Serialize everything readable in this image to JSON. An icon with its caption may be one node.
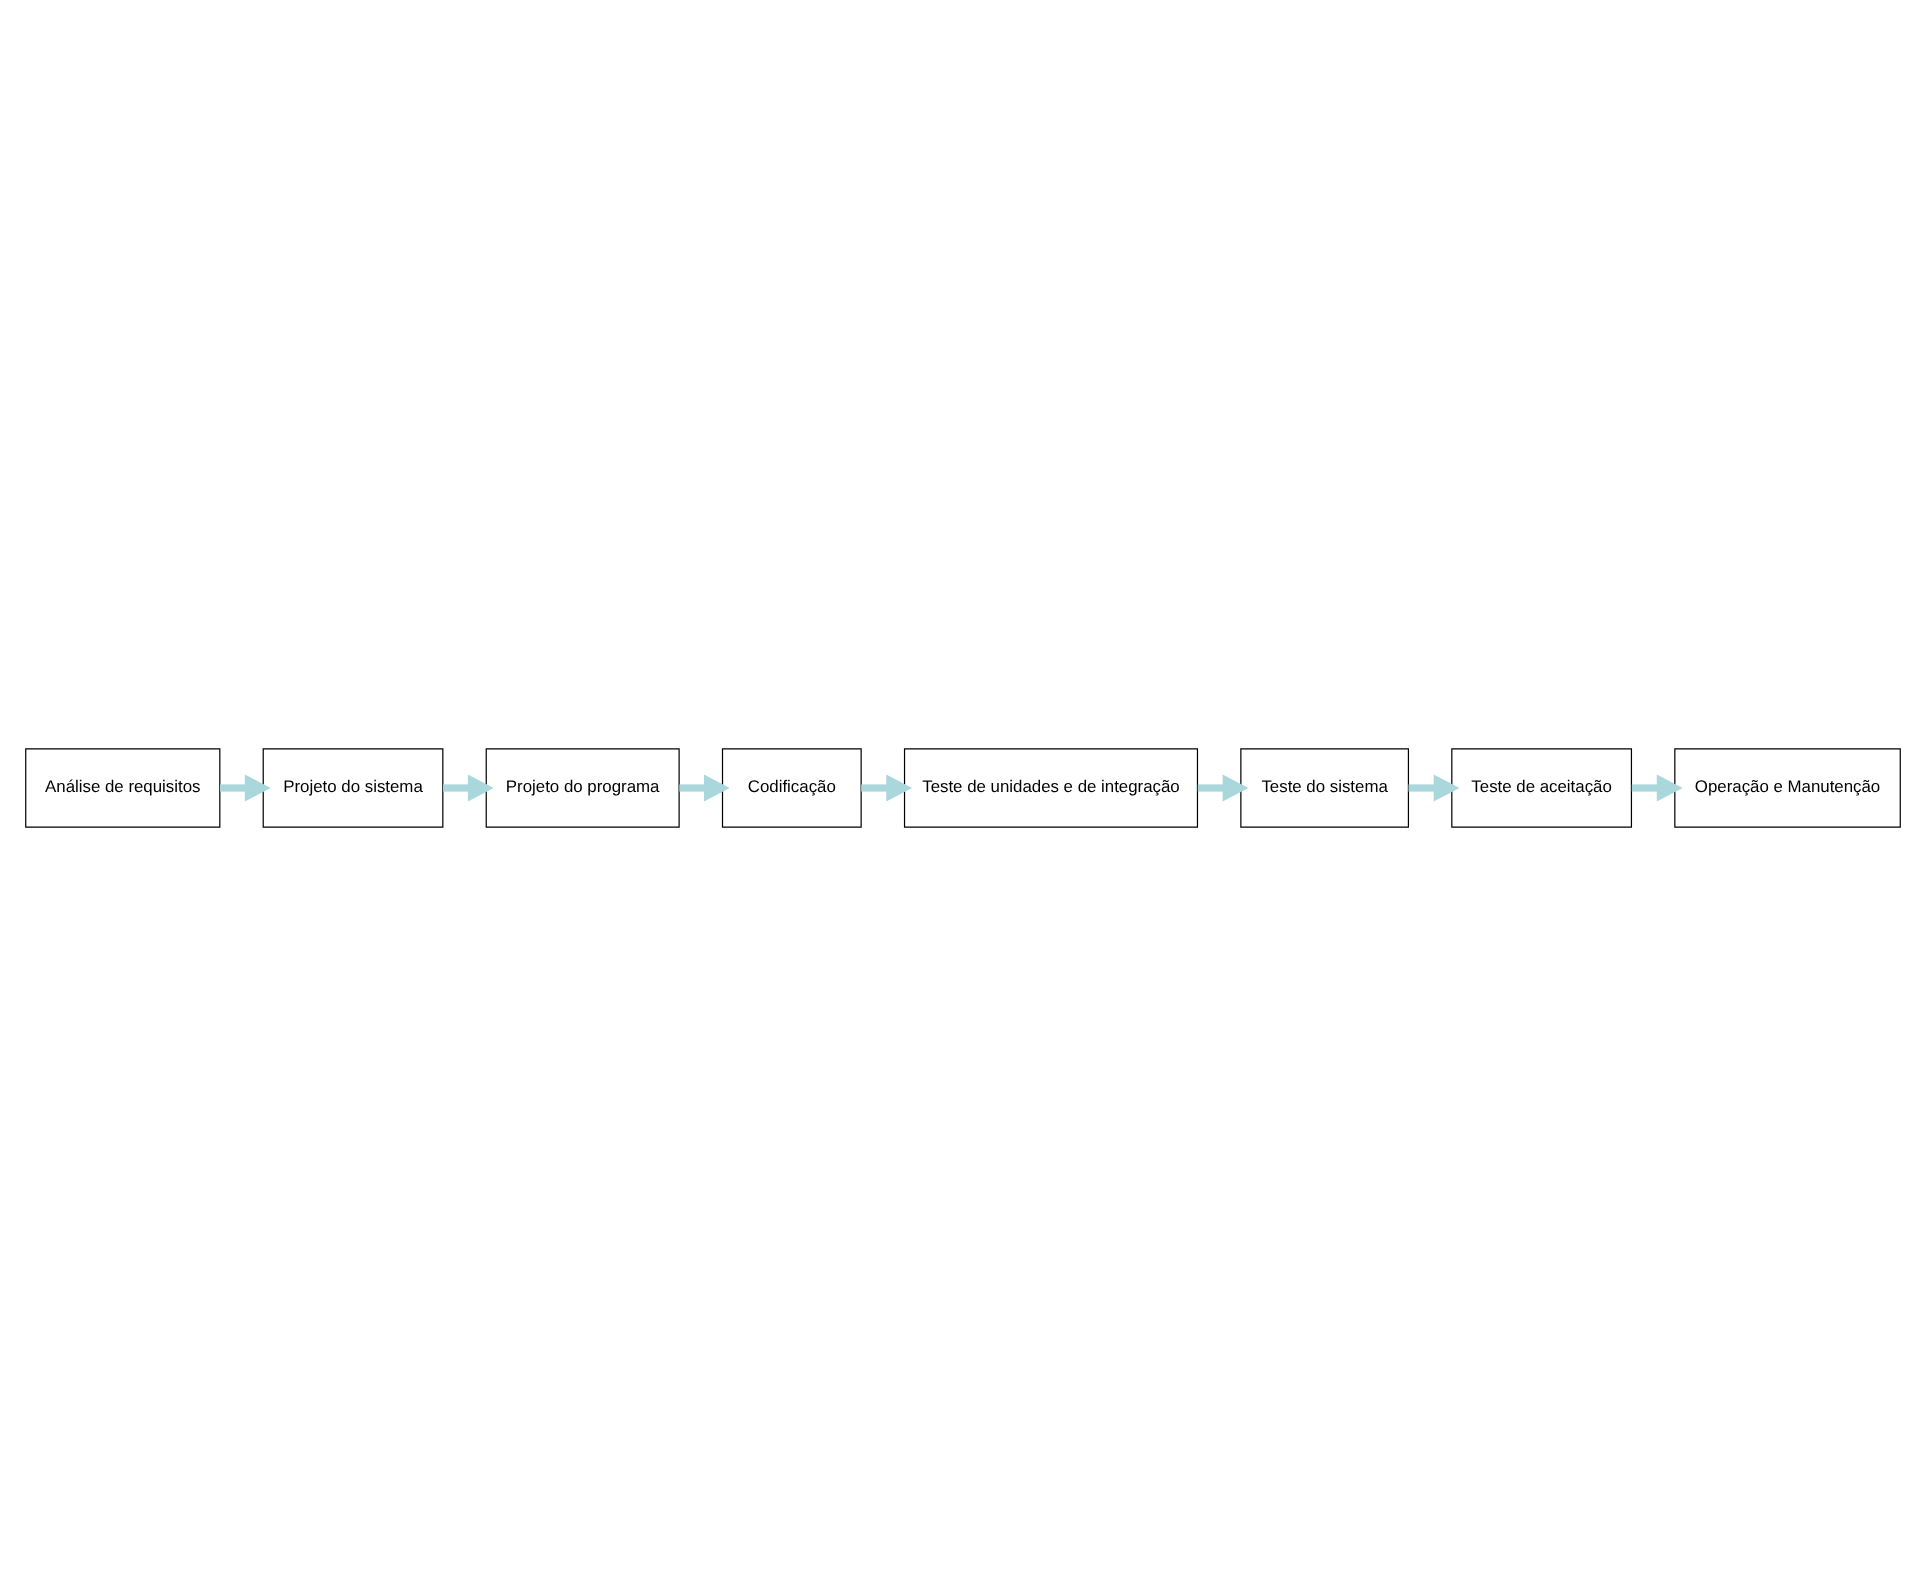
{
  "diagram": {
    "nodes": [
      {
        "text": [
          "Análise de requisitos"
        ]
      },
      {
        "text": [
          "Projeto do sistema"
        ]
      },
      {
        "text": [
          "Projeto do programa"
        ]
      },
      {
        "text": [
          "Codificação"
        ]
      },
      {
        "text": [
          "Teste de unidades e de integração"
        ]
      },
      {
        "text": [
          "Teste do sistema"
        ]
      },
      {
        "text": [
          "Teste de aceitação"
        ]
      },
      {
        "text": [
          "Operação e Manutenção"
        ]
      }
    ],
    "edges": [
      {
        "from": 0,
        "to": 1,
        "arrow": "to"
      },
      {
        "from": 1,
        "to": 2,
        "arrow": "to"
      },
      {
        "from": 2,
        "to": 3,
        "arrow": "to"
      },
      {
        "from": 3,
        "to": 4,
        "arrow": "to"
      },
      {
        "from": 4,
        "to": 5,
        "arrow": "to"
      },
      {
        "from": 5,
        "to": 6,
        "arrow": "to"
      },
      {
        "from": 6,
        "to": 7,
        "arrow": "to"
      }
    ]
  }
}
